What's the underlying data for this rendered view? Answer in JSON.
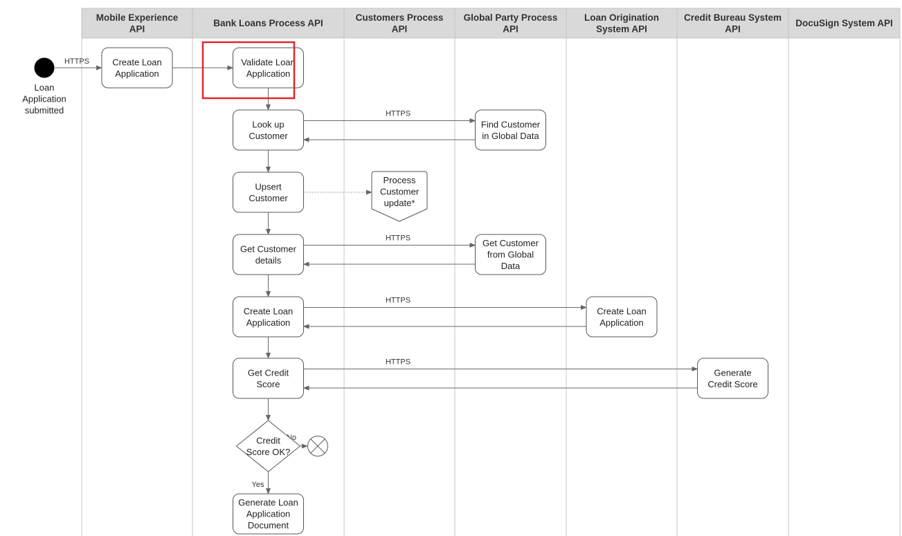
{
  "lanes": [
    {
      "id": "mobile",
      "label": [
        "Mobile Experience",
        "API"
      ]
    },
    {
      "id": "bank",
      "label": [
        "Bank Loans Process API"
      ]
    },
    {
      "id": "customers",
      "label": [
        "Customers Process",
        "API"
      ]
    },
    {
      "id": "global",
      "label": [
        "Global Party Process",
        "API"
      ]
    },
    {
      "id": "origination",
      "label": [
        "Loan Origination",
        "System API"
      ]
    },
    {
      "id": "bureau",
      "label": [
        "Credit Bureau System",
        "API"
      ]
    },
    {
      "id": "docusign",
      "label": [
        "DocuSign System API"
      ]
    }
  ],
  "nodes": [
    {
      "id": "start",
      "type": "start",
      "lane": "start",
      "label": [
        "Loan",
        "Application",
        "submitted"
      ]
    },
    {
      "id": "n1",
      "type": "task",
      "lane": "mobile",
      "label": [
        "Create Loan",
        "Application"
      ]
    },
    {
      "id": "n2",
      "type": "task",
      "lane": "bank",
      "label": [
        "Validate Loan",
        "Application"
      ],
      "highlighted": true
    },
    {
      "id": "n3",
      "type": "task",
      "lane": "bank",
      "label": [
        "Look up",
        "Customer"
      ]
    },
    {
      "id": "n4",
      "type": "task",
      "lane": "global",
      "label": [
        "Find Customer",
        "in Global Data"
      ]
    },
    {
      "id": "n5",
      "type": "task",
      "lane": "bank",
      "label": [
        "Upsert",
        "Customer"
      ]
    },
    {
      "id": "n6",
      "type": "offpage",
      "lane": "customers",
      "label": [
        "Process",
        "Customer",
        "update*"
      ]
    },
    {
      "id": "n7",
      "type": "task",
      "lane": "bank",
      "label": [
        "Get Customer",
        "details"
      ]
    },
    {
      "id": "n8",
      "type": "task",
      "lane": "global",
      "label": [
        "Get Customer",
        "from Global",
        "Data"
      ]
    },
    {
      "id": "n9",
      "type": "task",
      "lane": "bank",
      "label": [
        "Create Loan",
        "Application"
      ]
    },
    {
      "id": "n10",
      "type": "task",
      "lane": "origination",
      "label": [
        "Create Loan",
        "Application"
      ]
    },
    {
      "id": "n11",
      "type": "task",
      "lane": "bank",
      "label": [
        "Get Credit",
        "Score"
      ]
    },
    {
      "id": "n12",
      "type": "task",
      "lane": "bureau",
      "label": [
        "Generate",
        "Credit Score"
      ]
    },
    {
      "id": "n13",
      "type": "decision",
      "lane": "bank",
      "label": [
        "Credit",
        "Score OK?"
      ]
    },
    {
      "id": "n14",
      "type": "end",
      "lane": "bank",
      "label": []
    },
    {
      "id": "n15",
      "type": "task",
      "lane": "bank",
      "label": [
        "Generate Loan",
        "Application",
        "Document"
      ]
    }
  ],
  "edges": [
    {
      "from": "start",
      "to": "n1",
      "label": "HTTPS"
    },
    {
      "from": "n1",
      "to": "n2",
      "label": ""
    },
    {
      "from": "n2",
      "to": "n3",
      "label": ""
    },
    {
      "from": "n3",
      "to": "n4",
      "label": "HTTPS"
    },
    {
      "from": "n4",
      "to": "n3",
      "label": ""
    },
    {
      "from": "n3",
      "to": "n5",
      "label": ""
    },
    {
      "from": "n5",
      "to": "n6",
      "label": ""
    },
    {
      "from": "n5",
      "to": "n7",
      "label": ""
    },
    {
      "from": "n7",
      "to": "n8",
      "label": "HTTPS"
    },
    {
      "from": "n8",
      "to": "n7",
      "label": ""
    },
    {
      "from": "n7",
      "to": "n9",
      "label": ""
    },
    {
      "from": "n9",
      "to": "n10",
      "label": "HTTPS"
    },
    {
      "from": "n10",
      "to": "n9",
      "label": ""
    },
    {
      "from": "n9",
      "to": "n11",
      "label": ""
    },
    {
      "from": "n11",
      "to": "n12",
      "label": "HTTPS"
    },
    {
      "from": "n12",
      "to": "n11",
      "label": ""
    },
    {
      "from": "n11",
      "to": "n13",
      "label": ""
    },
    {
      "from": "n13",
      "to": "n14",
      "label": "No"
    },
    {
      "from": "n13",
      "to": "n15",
      "label": "Yes"
    }
  ],
  "colors": {
    "lane_header_bg": "#d9d9d9",
    "lane_border": "#c4c4c4",
    "node_stroke": "#555555",
    "edge": "#666666",
    "highlight": "#e0262b",
    "start_fill": "#000000"
  }
}
